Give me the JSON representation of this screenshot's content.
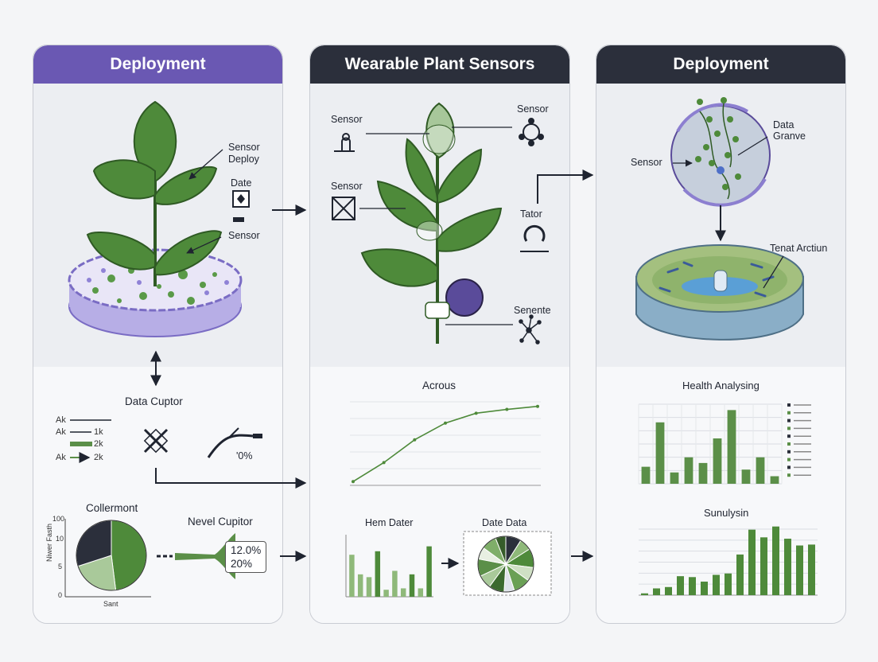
{
  "colors": {
    "purple_header": "#6a58b3",
    "dark_header": "#2b2f3b",
    "leaf": "#4e8a3a",
    "leaf_dark": "#2f5a24",
    "bar_green": "#5b8f48",
    "light_green": "#a9c99a",
    "soil_purple": "#8c7fd0",
    "node_purple": "#5a4b9a"
  },
  "panels": {
    "left": {
      "title": "Deployment",
      "labels": {
        "sensor_deploy_1": "Sensor",
        "sensor_deploy_2": "Deploy",
        "date": "Date",
        "sensor": "Sensor",
        "data_cuptor": "Data Cuptor",
        "ak1": "Ak",
        "ak2": "Ak",
        "ak3": "Ak",
        "v1k": "1k",
        "v2k_a": "2k",
        "v2k_b": "2k",
        "pct": "'0%",
        "collermont": "Collermont",
        "nevel_cuptor": "Nevel Cupitor",
        "box_line1": "12.0%",
        "box_line2": "20%",
        "pie_ylabel": "Niwer Fasth",
        "pie_xlabel": "Sant",
        "y100": "100",
        "y10": "10",
        "y5": "5",
        "y0": "0"
      }
    },
    "middle": {
      "title": "Wearable Plant Sensors",
      "labels": {
        "sensor_top": "Sensor",
        "sensor_left_top": "Sensor",
        "sensor_left_mid": "Sensor",
        "tator": "Tator",
        "senente": "Senente",
        "acrous": "Acrous",
        "hem_dater": "Hem Dater",
        "date_data": "Date Data"
      }
    },
    "right": {
      "title": "Deployment",
      "labels": {
        "data_1": "Data",
        "data_2": "Granve",
        "sensor": "Sensor",
        "tenat_arctiun": "Tenat Arctiun",
        "health_analysing": "Health Analysing",
        "sunulysin": "Sunulysin"
      }
    }
  },
  "chart_data": [
    {
      "type": "pie",
      "title": "Collermont",
      "ylabel": "Niwer Fasth",
      "xlabel": "Sant",
      "values": [
        48,
        22,
        30
      ]
    },
    {
      "type": "line",
      "title": "Acrous",
      "x": [
        1,
        2,
        3,
        4,
        5,
        6,
        7
      ],
      "values": [
        5,
        30,
        60,
        82,
        95,
        100,
        104
      ],
      "ylim": [
        0,
        110
      ]
    },
    {
      "type": "bar",
      "title": "Hem Dater",
      "values": [
        60,
        32,
        28,
        65,
        10,
        37,
        12,
        32,
        12,
        72
      ]
    },
    {
      "type": "pie",
      "title": "Date Data",
      "values": [
        9,
        7,
        11,
        8,
        10,
        6,
        9,
        8,
        10,
        7,
        9,
        6
      ]
    },
    {
      "type": "bar",
      "title": "Health Analysing",
      "values": [
        18,
        65,
        12,
        28,
        22,
        48,
        78,
        15,
        28,
        8
      ]
    },
    {
      "type": "bar",
      "title": "Sunulysin",
      "values": [
        4,
        15,
        18,
        42,
        40,
        30,
        45,
        48,
        90,
        145,
        128,
        152,
        125,
        110,
        112
      ]
    }
  ]
}
